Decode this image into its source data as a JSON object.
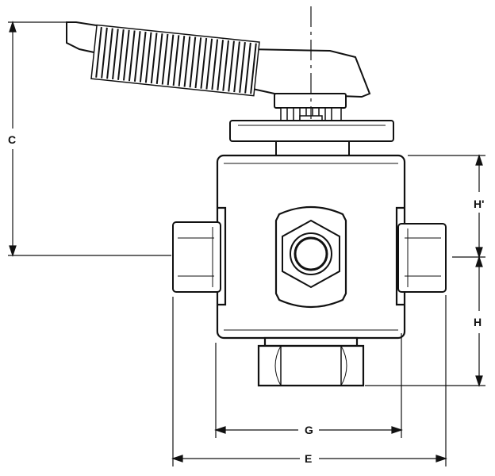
{
  "drawing": {
    "dimensions": {
      "c_label": "C",
      "h_top_label": "H'",
      "h_bottom_label": "H",
      "g_label": "G",
      "e_label": "E"
    },
    "colors": {
      "ink": "#111111",
      "paper": "#ffffff",
      "shade": "#e7e7e7"
    }
  }
}
